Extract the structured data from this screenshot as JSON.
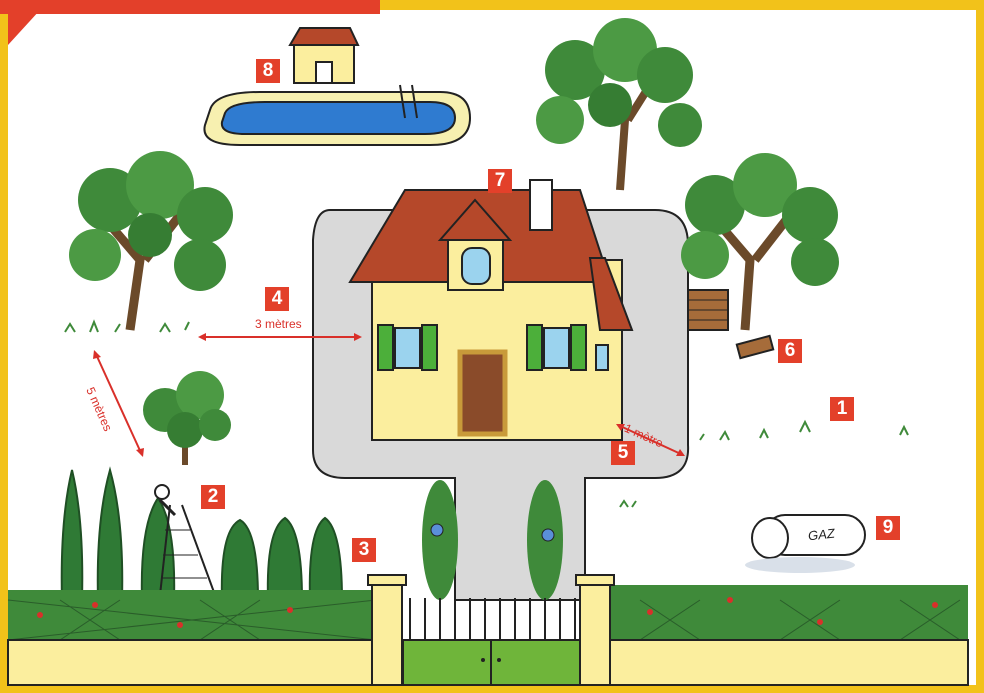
{
  "header": {
    "title": ""
  },
  "markers": {
    "m1": "1",
    "m2": "2",
    "m3": "3",
    "m4": "4",
    "m5": "5",
    "m6": "6",
    "m7": "7",
    "m8": "8",
    "m9": "9"
  },
  "distances": {
    "d_tree_house": "3 mètres",
    "d_tree_tree": "5 mètres",
    "d_house_edge": "1 mètre"
  },
  "tank_text": "GAZ",
  "colors": {
    "frame": "#f2c21a",
    "accent": "#e3402a",
    "roof": "#b5482a",
    "wall": "#fbee9e",
    "pool": "#2f7bd0",
    "foliage": "#3f8a3a",
    "gate": "#6fb53a",
    "driveway": "#d8d8d8"
  }
}
